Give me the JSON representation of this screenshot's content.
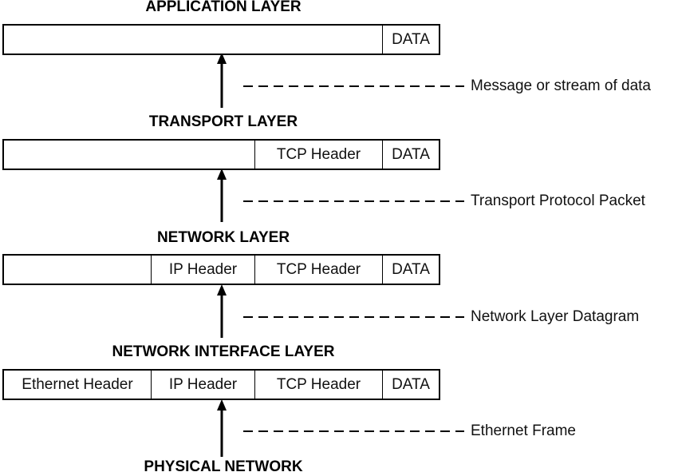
{
  "layers": [
    {
      "name": "APPLICATION LAYER"
    },
    {
      "name": "TRANSPORT LAYER"
    },
    {
      "name": "NETWORK LAYER"
    },
    {
      "name": "NETWORK INTERFACE LAYER"
    },
    {
      "name": "PHYSICAL NETWORK"
    }
  ],
  "rows": [
    {
      "cells": {
        "data": "DATA"
      }
    },
    {
      "cells": {
        "tcp": "TCP Header",
        "data": "DATA"
      }
    },
    {
      "cells": {
        "ip": "IP Header",
        "tcp": "TCP Header",
        "data": "DATA"
      }
    },
    {
      "cells": {
        "eth": "Ethernet Header",
        "ip": "IP Header",
        "tcp": "TCP Header",
        "data": "DATA"
      }
    }
  ],
  "annotations": [
    "Message or stream of data",
    "Transport Protocol Packet",
    "Network Layer Datagram",
    "Ethernet Frame"
  ]
}
